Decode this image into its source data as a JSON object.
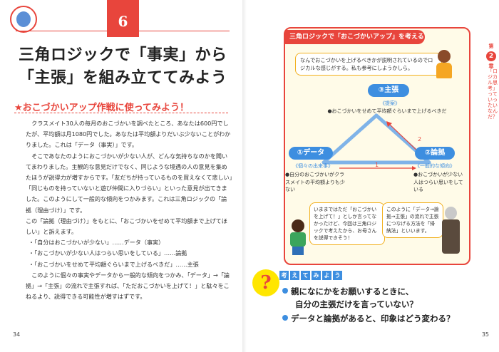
{
  "left": {
    "chapter_number": "6",
    "title_line1": "三角ロジックで「事実」から",
    "title_line2": "「主張」を組み立ててみよう",
    "subtitle": "★おこづかいアップ作戦に使ってみよう！",
    "paragraphs": [
      "クラスメイト30人の毎月のおこづかいを調べたところ、あなたは600円でしたが、平均額は月1080円でした。あなたは平均額よりだいぶ少ないことがわかりました。これは「データ（事実）」です。",
      "そこであなたのようにおこづかいが少ない人が、どんな気持ちなのかを聞いてまわりました。主観的な意見だけでなく、同じような境遇の人の意見を集めたほうが説得力が増すからです。「友だちが持っているものを買えなくて悲しい」「同じものを持っていないと遊び仲間に入りづらい」といった意見が出てきました。このようにして一般的な傾向をつかみます。これは三角ロジックの「論拠（理由づけ）」です。",
      "この「論拠（理由づけ）」をもとに、「おこづかいをせめて平均額まで上げてほしい」と訴えます。",
      "・「自分はおこづかいが少ない」……データ（事実）",
      "・「おこづかいが少ない人はつらい思いをしている」……論拠",
      "・「おこづかいをせめて平均額ぐらいまで上げるべきだ」……主張",
      "このように個々の事実やデータから一般的な傾向をつかみ、「データ」→「論拠」→「主張」の流れで主張すれば、「ただおこづかいを上げて！」と駄々をこねるより、説得できる可能性が増すはずです。"
    ],
    "page_number": "34"
  },
  "right": {
    "side_chapter_label": "第",
    "side_chapter_num": "2",
    "side_chapter_suffix": "章",
    "side_title": "「ロジカル思考」っていったいなんだ？",
    "panel_title": "三角ロジックで「おこづかいアップ」を考える",
    "bubble_top": "なんでおこづかいを上げるべきかが説明されているのでロジカルな感じがする。私も参考にしようかしら。",
    "claim": {
      "label": "③主張",
      "kind": "《提案》",
      "text": "●おこづかいをせめて平均額ぐらいまで上げるべきだ"
    },
    "data": {
      "label": "①データ",
      "kind": "《個々の出来事》",
      "text": "●自分のおこづかいがクラスメイトの平均額よりも少ない"
    },
    "warrant": {
      "label": "②論拠",
      "kind": "《一般的な傾向》",
      "text": "●おこづかいが少ない人はつらい思いをしている"
    },
    "arrow1": "1",
    "arrow2": "2",
    "bubble_boy": "いままではただ「おこづかいを上げて！」としか言ってなかったけど、今回は三角ロジックで考えたから、お母さんを説得できそう！",
    "bubble_man": "このように「データ→論拠→主張」の流れで主張につなげる方法を「帰納法」といいます。",
    "think_label": [
      "考",
      "え",
      "て",
      "み",
      "よ",
      "う"
    ],
    "question1_line1": "親になにかをお願いするときに、",
    "question1_line2": "自分の主張だけを言っていない？",
    "question2": "データと論拠があると、印象はどう変わる？",
    "page_number": "35"
  },
  "colors": {
    "accent": "#e8453c",
    "blue": "#3d8ee0",
    "yellow": "#f2b01e"
  }
}
